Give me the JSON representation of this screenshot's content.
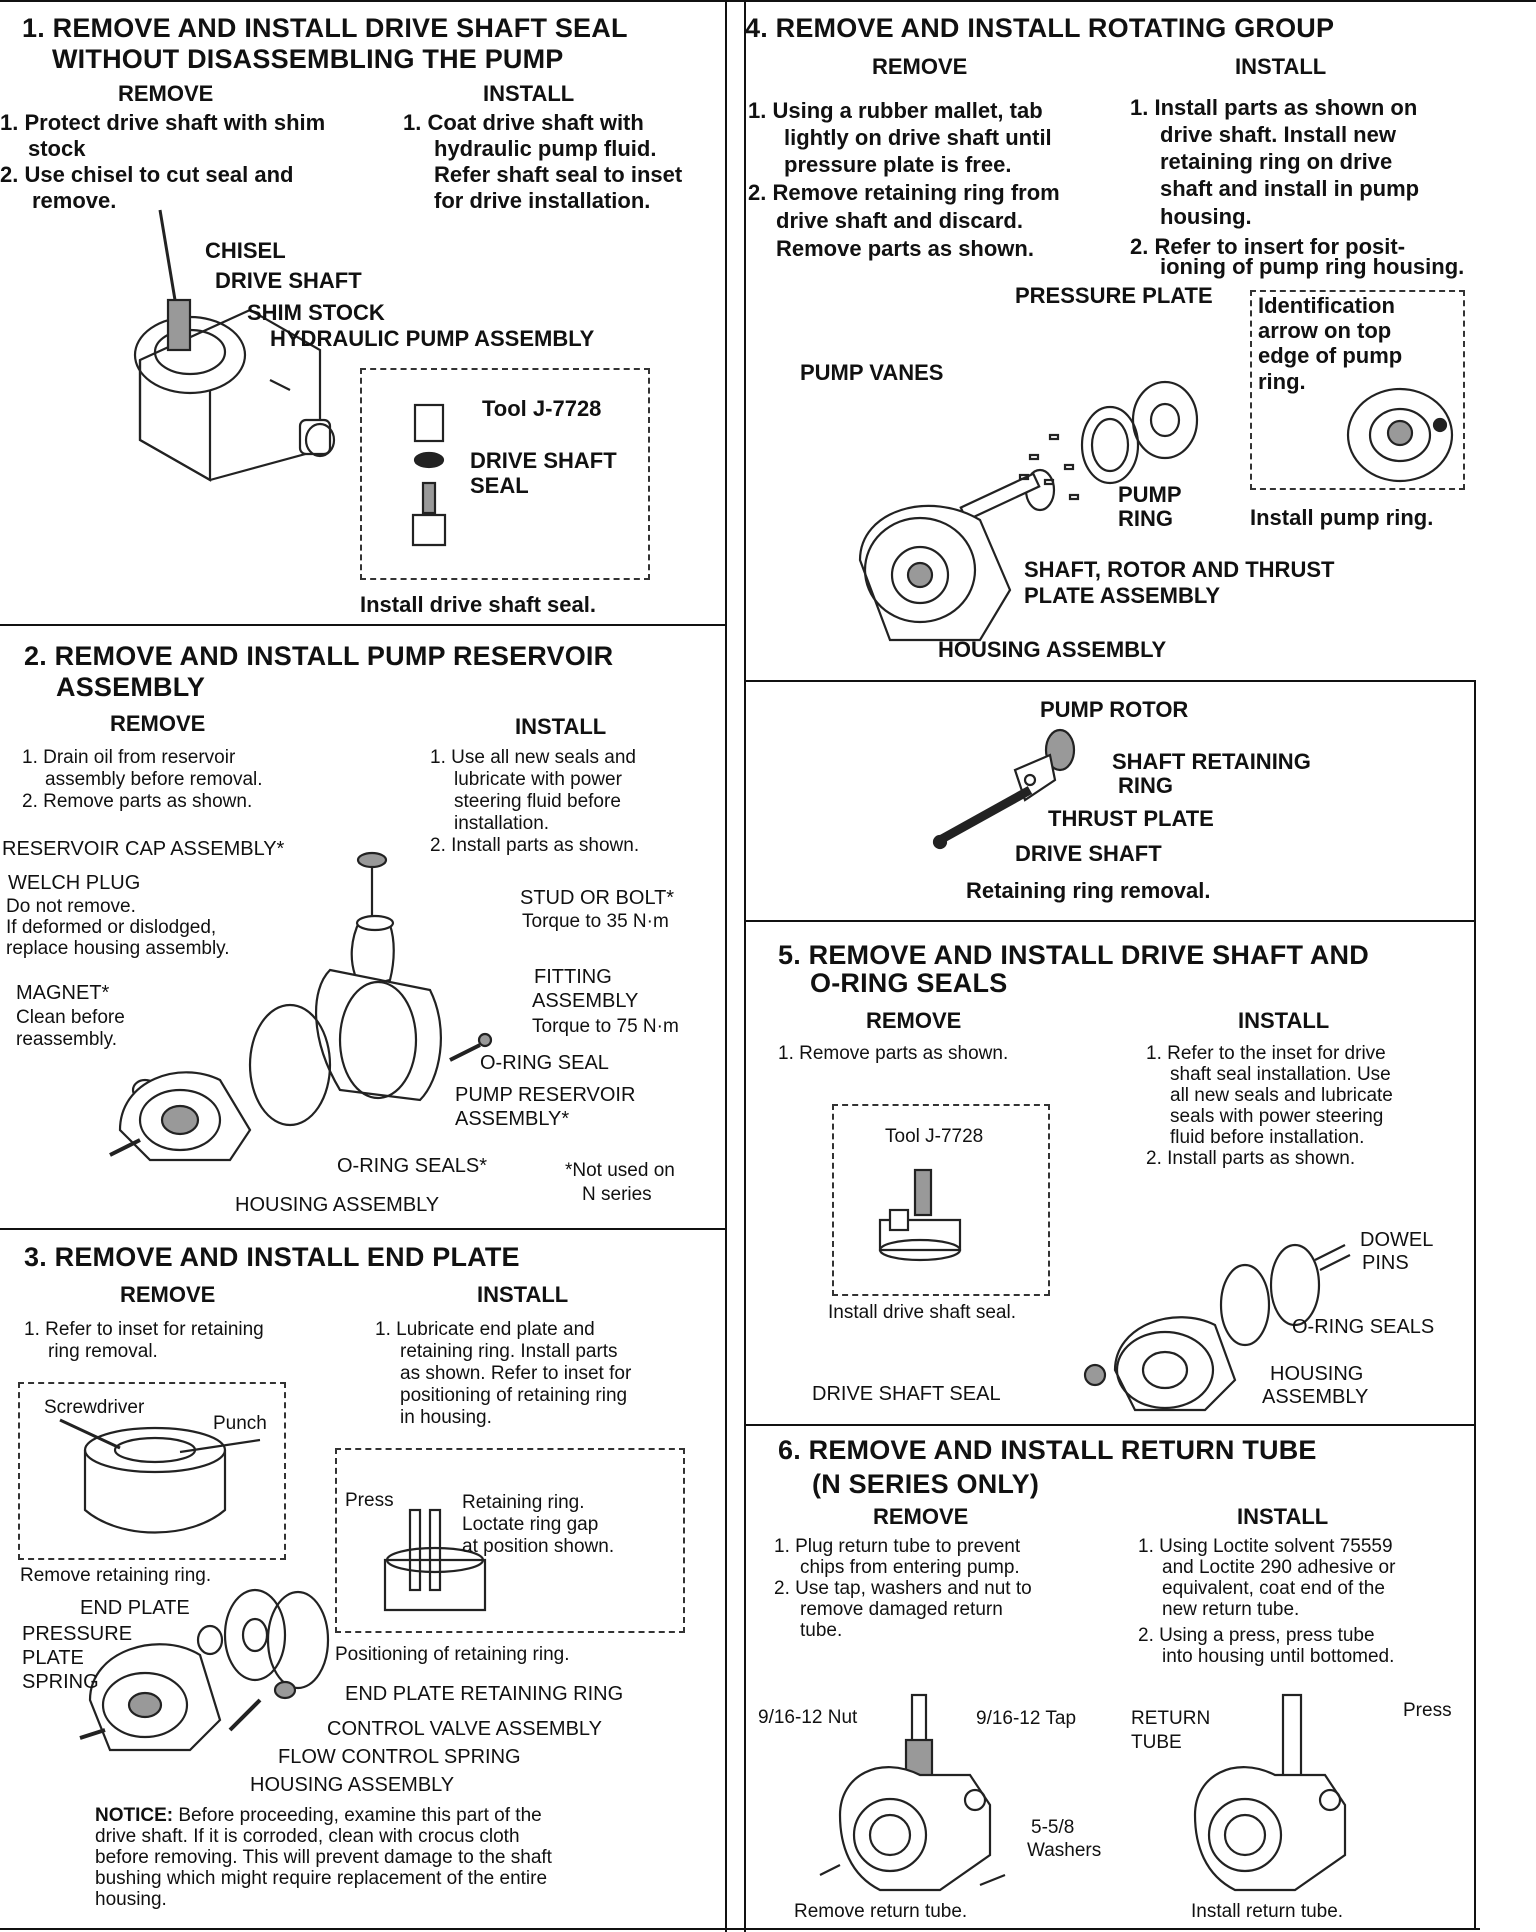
{
  "s1": {
    "title1": "1. REMOVE AND INSTALL DRIVE SHAFT SEAL",
    "title2": "WITHOUT DISASSEMBLING THE PUMP",
    "remove_h": "REMOVE",
    "install_h": "INSTALL",
    "r1a": "1. Protect drive shaft with shim",
    "r1b": "stock",
    "r2a": "2. Use chisel to cut seal and",
    "r2b": "remove.",
    "i1a": "1. Coat drive shaft with",
    "i1b": "hydraulic pump fluid.",
    "i1c": "Refer shaft seal to inset",
    "i1d": "for drive installation.",
    "chisel": "CHISEL",
    "drive_shaft": "DRIVE SHAFT",
    "shim": "SHIM STOCK",
    "pump_asm": "HYDRAULIC PUMP ASSEMBLY",
    "tool": "Tool J-7728",
    "seal_a": "DRIVE SHAFT",
    "seal_b": "SEAL",
    "caption": "Install drive shaft seal."
  },
  "s2": {
    "title1": "2. REMOVE AND INSTALL PUMP RESERVOIR",
    "title2": "ASSEMBLY",
    "remove_h": "REMOVE",
    "install_h": "INSTALL",
    "r1a": "1. Drain oil from reservoir",
    "r1b": "assembly before removal.",
    "r2": "2. Remove parts as shown.",
    "i1a": "1. Use all new seals and",
    "i1b": "lubricate with power",
    "i1c": "steering fluid before",
    "i1d": "installation.",
    "i2": "2. Install parts as shown.",
    "cap": "RESERVOIR CAP ASSEMBLY*",
    "welch1": "WELCH PLUG",
    "welch2": "Do not remove.",
    "welch3": "If deformed or dislodged,",
    "welch4": "replace housing assembly.",
    "magnet1": "MAGNET*",
    "magnet2": "Clean before",
    "magnet3": "reassembly.",
    "stud1": "STUD OR BOLT*",
    "stud2": "Torque to 35 N·m",
    "fit1": "FITTING",
    "fit2": "ASSEMBLY",
    "fit3": "Torque to 75 N·m",
    "oring": "O-RING SEAL",
    "res1": "PUMP RESERVOIR",
    "res2": "ASSEMBLY*",
    "orings": "O-RING SEALS*",
    "notused1": "*Not used on",
    "notused2": "N series",
    "housing": "HOUSING ASSEMBLY"
  },
  "s3": {
    "title": "3. REMOVE AND INSTALL END PLATE",
    "remove_h": "REMOVE",
    "install_h": "INSTALL",
    "r1a": "1. Refer to inset for retaining",
    "r1b": "ring removal.",
    "i1a": "1. Lubricate end plate and",
    "i1b": "retaining ring. Install parts",
    "i1c": "as shown. Refer to inset for",
    "i1d": "positioning of retaining ring",
    "i1e": "in housing.",
    "screwdriver": "Screwdriver",
    "punch": "Punch",
    "cap1": "Remove retaining ring.",
    "press": "Press",
    "ring1": "Retaining ring.",
    "ring2": "Loctate ring gap",
    "ring3": "at position shown.",
    "cap2": "Positioning of retaining ring.",
    "end_plate": "END PLATE",
    "pp1": "PRESSURE",
    "pp2": "PLATE",
    "pp3": "SPRING",
    "erring": "END PLATE RETAINING RING",
    "cva": "CONTROL VALVE ASSEMBLY",
    "fcs": "FLOW CONTROL SPRING",
    "housing": "HOUSING ASSEMBLY",
    "notice_b": "NOTICE:",
    "n1": " Before proceeding, examine this part of the",
    "n2": "drive shaft. If it is corroded, clean with crocus cloth",
    "n3": "before removing. This will prevent damage to the shaft",
    "n4": "bushing which might require replacement of the entire",
    "n5": "housing."
  },
  "s4": {
    "title": "4. REMOVE AND INSTALL ROTATING GROUP",
    "remove_h": "REMOVE",
    "install_h": "INSTALL",
    "r1a": "1. Using a rubber mallet, tab",
    "r1b": "lightly on drive shaft until",
    "r1c": "pressure plate is free.",
    "r2a": "2. Remove retaining ring from",
    "r2b": "drive shaft and discard.",
    "r2c": "Remove parts as shown.",
    "i1a": "1. Install parts as shown on",
    "i1b": "drive shaft. Install new",
    "i1c": "retaining ring on drive",
    "i1d": "shaft and install in pump",
    "i1e": "housing.",
    "i2a": "2. Refer to insert for posit-",
    "i2b": "ioning of pump ring housing.",
    "pp": "PRESSURE PLATE",
    "id1": "Identification",
    "id2": "arrow on top",
    "id3": "edge of pump",
    "id4": "ring.",
    "vanes": "PUMP VANES",
    "ring1": "PUMP",
    "ring2": "RING",
    "cap": "Install pump ring.",
    "srt1": "SHAFT, ROTOR AND THRUST",
    "srt2": "PLATE ASSEMBLY",
    "housing": "HOUSING ASSEMBLY",
    "rotor": "PUMP ROTOR",
    "sr1": "SHAFT RETAINING",
    "sr2": "RING",
    "thrust": "THRUST PLATE",
    "drive": "DRIVE SHAFT",
    "cap2": "Retaining ring removal."
  },
  "s5": {
    "title1": "5. REMOVE AND INSTALL DRIVE SHAFT AND",
    "title2": "O-RING SEALS",
    "remove_h": "REMOVE",
    "install_h": "INSTALL",
    "r1": "1. Remove parts as shown.",
    "i1a": "1. Refer to the inset for drive",
    "i1b": "shaft seal installation. Use",
    "i1c": "all new seals and lubricate",
    "i1d": "seals with power steering",
    "i1e": "fluid before installation.",
    "i2": "2. Install parts as shown.",
    "tool": "Tool J-7728",
    "cap": "Install drive shaft seal.",
    "dowel1": "DOWEL",
    "dowel2": "PINS",
    "orings": "O-RING SEALS",
    "housing1": "HOUSING",
    "housing2": "ASSEMBLY",
    "dss": "DRIVE SHAFT SEAL"
  },
  "s6": {
    "title1": "6. REMOVE AND INSTALL RETURN TUBE",
    "title2": "(N SERIES ONLY)",
    "remove_h": "REMOVE",
    "install_h": "INSTALL",
    "r1a": "1. Plug return tube to prevent",
    "r1b": "chips from entering pump.",
    "r2a": "2. Use tap, washers and nut to",
    "r2b": "remove damaged return",
    "r2c": "tube.",
    "i1a": "1. Using Loctite solvent 75559",
    "i1b": "and Loctite 290 adhesive or",
    "i1c": "equivalent, coat end of the",
    "i1d": "new return tube.",
    "i2a": "2. Using a press, press tube",
    "i2b": "into housing until bottomed.",
    "nut": "9/16-12 Nut",
    "tap": "9/16-12 Tap",
    "wash1": "5-5/8",
    "wash2": "Washers",
    "rt1": "RETURN",
    "rt2": "TUBE",
    "press": "Press",
    "cap1": "Remove return tube.",
    "cap2": "Install return tube."
  }
}
